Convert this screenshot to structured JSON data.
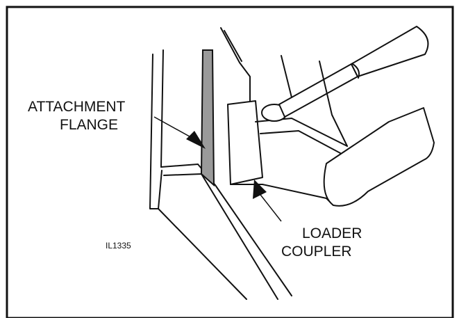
{
  "figure": {
    "callouts": [
      {
        "line1": "ATTACHMENT",
        "line2": "FLANGE"
      },
      {
        "line1": "LOADER",
        "line2": "COUPLER"
      }
    ],
    "figure_id": "IL1335",
    "colors": {
      "ink": "#111111",
      "flange_fill": "#9a9a9a",
      "paper": "#ffffff"
    }
  }
}
